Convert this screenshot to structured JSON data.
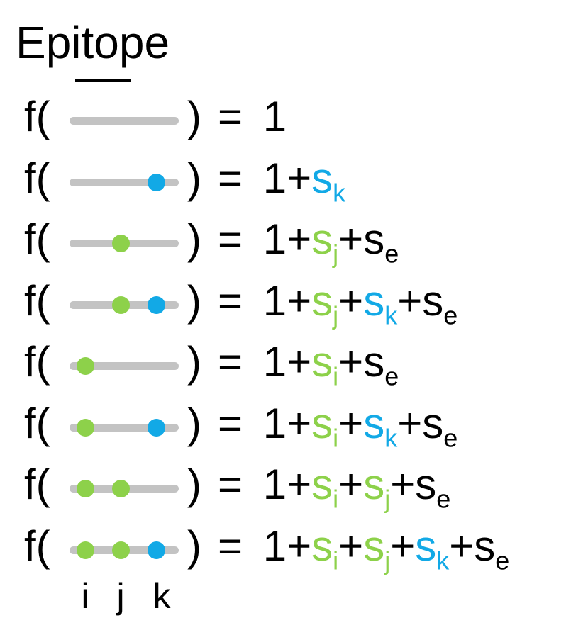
{
  "title": "Epitope",
  "function_name": "f(",
  "close_paren": ")",
  "colors": {
    "line": "#c3c3c3",
    "i": "#8dd14a",
    "j": "#8dd14a",
    "k": "#12a9e6",
    "e": "#000000",
    "constant": "#000000"
  },
  "rows": [
    {
      "dots": [],
      "equals": "= 1",
      "terms": []
    },
    {
      "dots": [
        "k"
      ],
      "equals": "= 1",
      "terms": [
        {
          "op": "+",
          "base": "s",
          "sub": "k",
          "color": "k"
        }
      ]
    },
    {
      "dots": [
        "j"
      ],
      "equals": "= 1",
      "terms": [
        {
          "op": "+",
          "base": "s",
          "sub": "j",
          "color": "j"
        },
        {
          "op": "+",
          "base": "s",
          "sub": "e",
          "color": "e"
        }
      ]
    },
    {
      "dots": [
        "j",
        "k"
      ],
      "equals": "= 1",
      "terms": [
        {
          "op": "+",
          "base": "s",
          "sub": "j",
          "color": "j"
        },
        {
          "op": "+",
          "base": "s",
          "sub": "k",
          "color": "k"
        },
        {
          "op": "+",
          "base": "s",
          "sub": "e",
          "color": "e"
        }
      ]
    },
    {
      "dots": [
        "i"
      ],
      "equals": "= 1",
      "terms": [
        {
          "op": "+",
          "base": "s",
          "sub": "i",
          "color": "i"
        },
        {
          "op": "+",
          "base": "s",
          "sub": "e",
          "color": "e"
        }
      ]
    },
    {
      "dots": [
        "i",
        "k"
      ],
      "equals": "= 1",
      "terms": [
        {
          "op": "+",
          "base": "s",
          "sub": "i",
          "color": "i"
        },
        {
          "op": "+",
          "base": "s",
          "sub": "k",
          "color": "k"
        },
        {
          "op": "+",
          "base": "s",
          "sub": "e",
          "color": "e"
        }
      ]
    },
    {
      "dots": [
        "i",
        "j"
      ],
      "equals": "= 1",
      "terms": [
        {
          "op": "+",
          "base": "s",
          "sub": "i",
          "color": "i"
        },
        {
          "op": "+",
          "base": "s",
          "sub": "j",
          "color": "j"
        },
        {
          "op": "+",
          "base": "s",
          "sub": "e",
          "color": "e"
        }
      ]
    },
    {
      "dots": [
        "i",
        "j",
        "k"
      ],
      "equals": "= 1",
      "terms": [
        {
          "op": "+",
          "base": "s",
          "sub": "i",
          "color": "i"
        },
        {
          "op": "+",
          "base": "s",
          "sub": "j",
          "color": "j"
        },
        {
          "op": "+",
          "base": "s",
          "sub": "k",
          "color": "k"
        },
        {
          "op": "+",
          "base": "s",
          "sub": "e",
          "color": "e"
        }
      ]
    }
  ],
  "position_labels": [
    "i",
    "j",
    "k"
  ]
}
